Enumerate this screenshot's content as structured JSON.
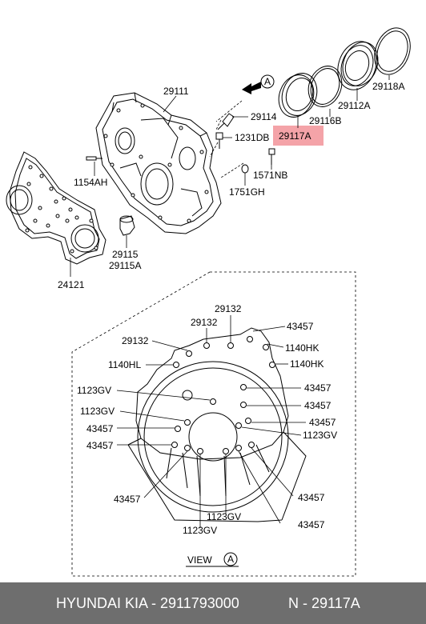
{
  "labels": {
    "p29111": "29111",
    "p29114": "29114",
    "p1231db": "1231DB",
    "p29117a": "29117A",
    "p29116b": "29116B",
    "p29112a": "29112A",
    "p29118a": "29118A",
    "p1571nb": "1571NB",
    "p1751gh": "1751GH",
    "p1154ah": "1154AH",
    "p29115": "29115",
    "p29115a": "29115A",
    "p24121": "24121",
    "view_ref": "A",
    "view_word": "VIEW",
    "view_circle": "A",
    "v29132_top": "29132",
    "v29132_mid": "29132",
    "v29132_left": "29132",
    "v43457_tr": "43457",
    "v1140hk_1": "1140HK",
    "v1140hk_2": "1140HK",
    "v1140hl": "1140HL",
    "v43457_r1": "43457",
    "v43457_r2": "43457",
    "v43457_r3": "43457",
    "v1123gv_l1": "1123GV",
    "v1123gv_l2": "1123GV",
    "v43457_l1": "43457",
    "v43457_l2": "43457",
    "v1123gv_r": "1123GV",
    "v43457_bl": "43457",
    "v43457_br1": "43457",
    "v43457_br2": "43457",
    "v1123gv_b1": "1123GV",
    "v1123gv_b2": "1123GV"
  },
  "highlight_color": "#f4a3a8",
  "footer": {
    "brand": "HYUNDAI  KIA - 2911793000",
    "part": "N - 29117A"
  }
}
